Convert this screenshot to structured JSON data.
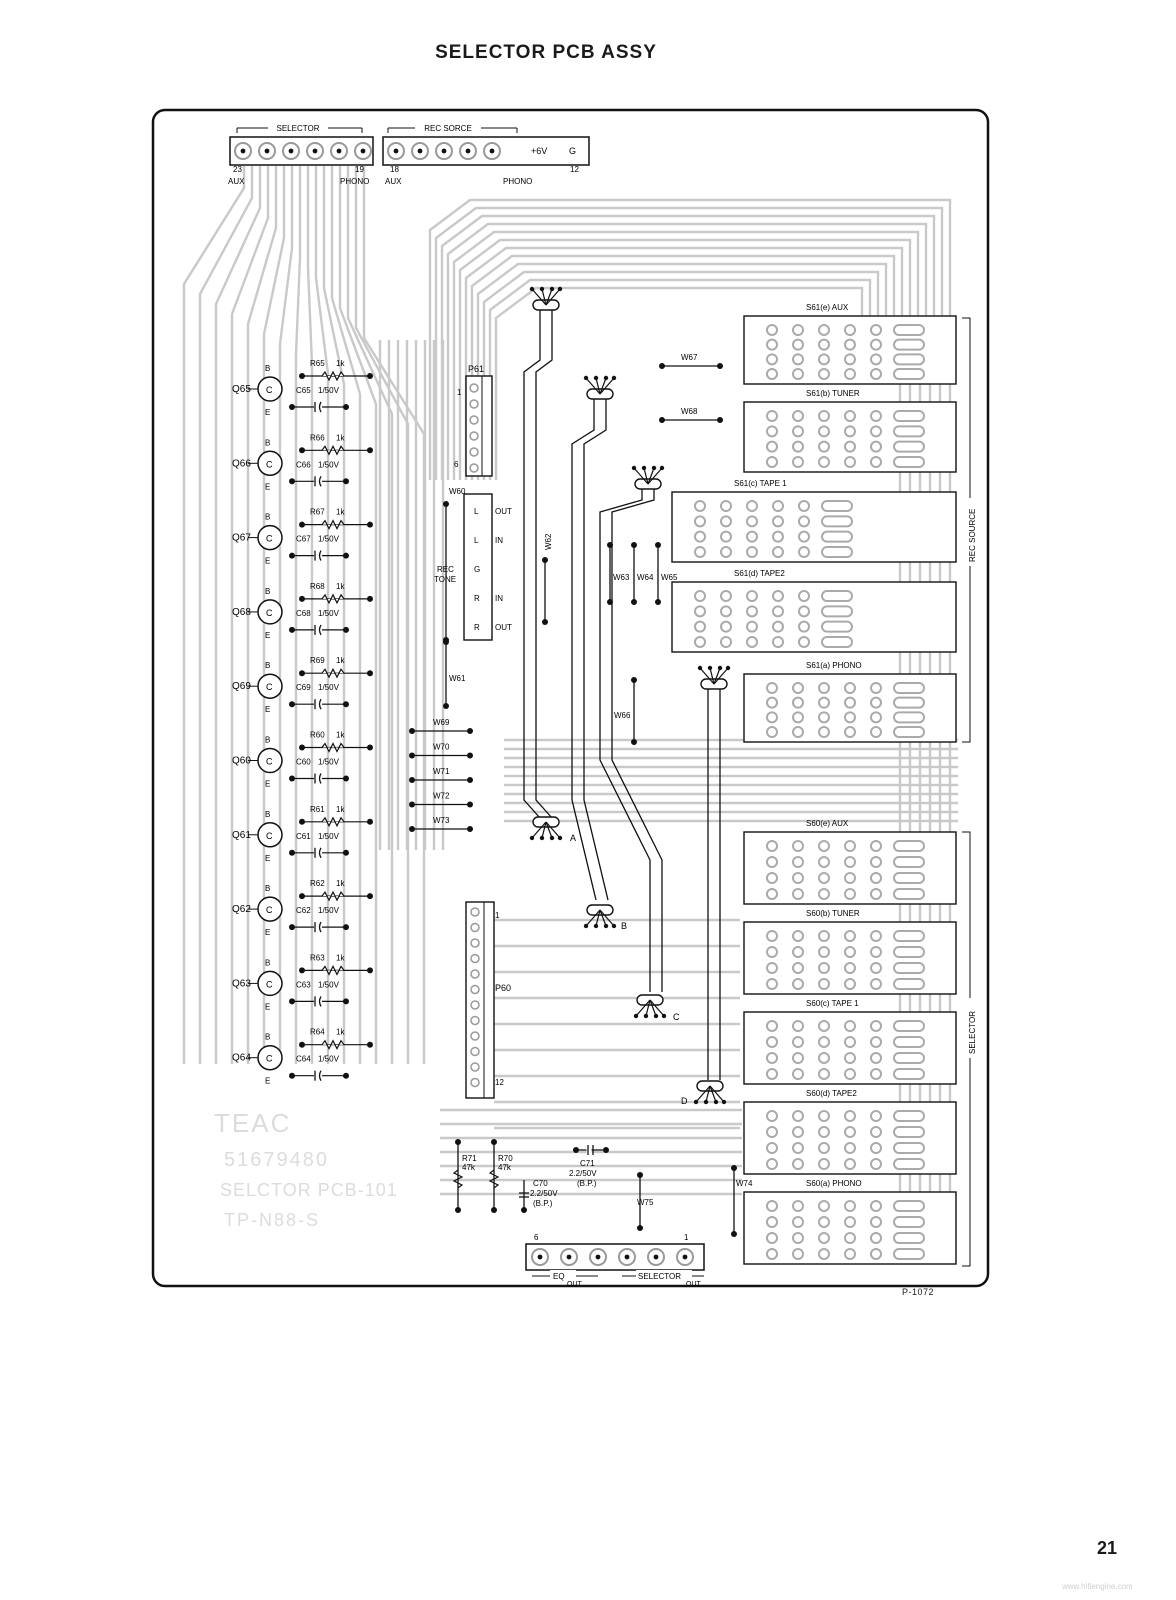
{
  "page": {
    "title": "SELECTOR PCB ASSY",
    "page_number": "21",
    "drawing_number": "P-1072",
    "watermark": "www.hifiengine.com"
  },
  "board": {
    "connectors": {
      "selector": {
        "label": "SELECTOR",
        "pin_left": "23",
        "pin_right": "19",
        "left_name": "AUX",
        "right_name": "PHONO"
      },
      "rec_source": {
        "label": "REC SORCE",
        "pin_left": "18",
        "pin_right": "12",
        "left_name": "AUX",
        "right_name": "PHONO",
        "plus_label": "+6V",
        "ground_label": "G"
      },
      "output": {
        "pin_left": "6",
        "pin_right": "1",
        "eq_label": "EQ",
        "eq_sub": "OUT",
        "sel_label": "SELECTOR",
        "sel_sub": "OUT"
      }
    },
    "transistor_stages": [
      {
        "q": "Q65",
        "r": "R65",
        "r_val": "1k",
        "c": "C65",
        "c_val": "1/50V"
      },
      {
        "q": "Q66",
        "r": "R66",
        "r_val": "1k",
        "c": "C66",
        "c_val": "1/50V"
      },
      {
        "q": "Q67",
        "r": "R67",
        "r_val": "1k",
        "c": "C67",
        "c_val": "1/50V"
      },
      {
        "q": "Q68",
        "r": "R68",
        "r_val": "1k",
        "c": "C68",
        "c_val": "1/50V"
      },
      {
        "q": "Q69",
        "r": "R69",
        "r_val": "1k",
        "c": "C69",
        "c_val": "1/50V"
      },
      {
        "q": "Q60",
        "r": "R60",
        "r_val": "1k",
        "c": "C60",
        "c_val": "1/50V"
      },
      {
        "q": "Q61",
        "r": "R61",
        "r_val": "1k",
        "c": "C61",
        "c_val": "1/50V"
      },
      {
        "q": "Q62",
        "r": "R62",
        "r_val": "1k",
        "c": "C62",
        "c_val": "1/50V"
      },
      {
        "q": "Q63",
        "r": "R63",
        "r_val": "1k",
        "c": "C63",
        "c_val": "1/50V"
      },
      {
        "q": "Q64",
        "r": "R64",
        "r_val": "1k",
        "c": "C64",
        "c_val": "1/50V"
      }
    ],
    "pin_letters": {
      "base": "B",
      "collector": "C",
      "emitter": "E"
    },
    "p61": {
      "label": "P61",
      "pin_top": "1",
      "pin_bottom": "6"
    },
    "p60": {
      "label": "P60",
      "pin_top": "1",
      "pin_bottom": "12"
    },
    "rec_tone": {
      "label_1": "REC",
      "label_2": "TONE",
      "pins": [
        "L",
        "L",
        "G",
        "R",
        "R"
      ],
      "sides": [
        "OUT",
        "IN",
        "",
        "IN",
        "OUT"
      ]
    },
    "jumpers_left": [
      "W69",
      "W70",
      "W71",
      "W72",
      "W73"
    ],
    "jumper_w60": "W60",
    "jumper_w61": "W61",
    "jumper_w62": "W62",
    "jumpers_mid": [
      "W63",
      "W64",
      "W65"
    ],
    "jumper_w66": "W66",
    "jumper_w67": "W67",
    "jumper_w68": "W68",
    "jumper_w74": "W74",
    "jumper_w75": "W75",
    "switches_rec": [
      "S61(e) AUX",
      "S61(b) TUNER",
      "S61(c) TAPE 1",
      "S61(d) TAPE2",
      "S61(a) PHONO"
    ],
    "switches_sel": [
      "S60(e) AUX",
      "S60(b) TUNER",
      "S60(c) TAPE 1",
      "S60(d) TAPE2",
      "S60(a) PHONO"
    ],
    "group_rec": "REC SOURCE",
    "group_sel": "SELECTOR",
    "shield_labels": [
      "A",
      "B",
      "C",
      "D"
    ],
    "bottom_parts": {
      "r71": "R71",
      "r71_val": "47k",
      "r70": "R70",
      "r70_val": "47k",
      "c70": "C70",
      "c70_val": "2.2/50V",
      "c70_type": "(B.P.)",
      "c71": "C71",
      "c71_val": "2.2/50V",
      "c71_type": "(B.P.)"
    },
    "silkscreen": [
      "TEAC",
      "51679480",
      "SELCTOR PCB-101",
      "TP-N88-S"
    ]
  }
}
